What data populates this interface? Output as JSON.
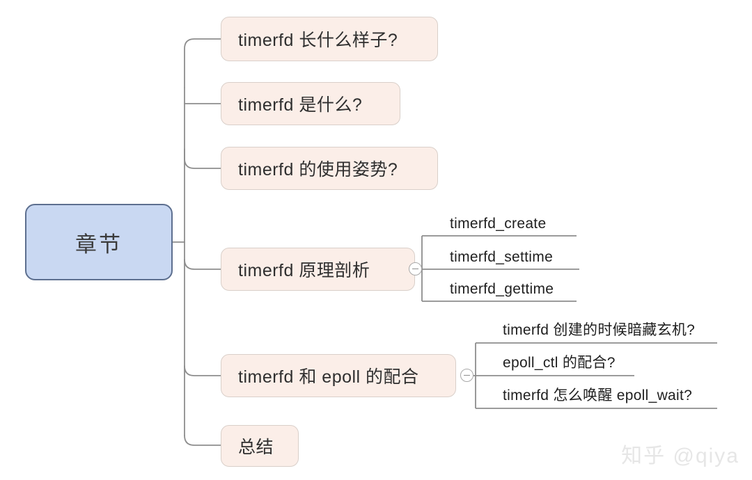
{
  "colors": {
    "background": "#ffffff",
    "root_fill": "#c9d8f2",
    "root_border": "#5d6f8f",
    "branch_fill": "#fbeee8",
    "branch_border": "#d9cfc9",
    "connector": "#8d8d8d",
    "leaf_underline": "#8d8d8d",
    "text": "#2f2f2f",
    "watermark": "#e6e6e6"
  },
  "mindmap": {
    "root": {
      "label": "章节"
    },
    "branches": [
      {
        "label": "timerfd 长什么样子?",
        "children": []
      },
      {
        "label": "timerfd 是什么?",
        "children": []
      },
      {
        "label": "timerfd 的使用姿势?",
        "children": []
      },
      {
        "label": "timerfd 原理剖析",
        "toggle": "collapse-toggle",
        "children": [
          {
            "label": "timerfd_create"
          },
          {
            "label": "timerfd_settime"
          },
          {
            "label": "timerfd_gettime"
          }
        ]
      },
      {
        "label": "timerfd 和 epoll 的配合",
        "toggle": "collapse-toggle",
        "children": [
          {
            "label": "timerfd 创建的时候暗藏玄机?"
          },
          {
            "label": "epoll_ctl 的配合?"
          },
          {
            "label": "timerfd 怎么唤醒 epoll_wait?"
          }
        ]
      },
      {
        "label": "总结",
        "children": []
      }
    ]
  },
  "watermark": {
    "text": "知乎 @qiya"
  }
}
